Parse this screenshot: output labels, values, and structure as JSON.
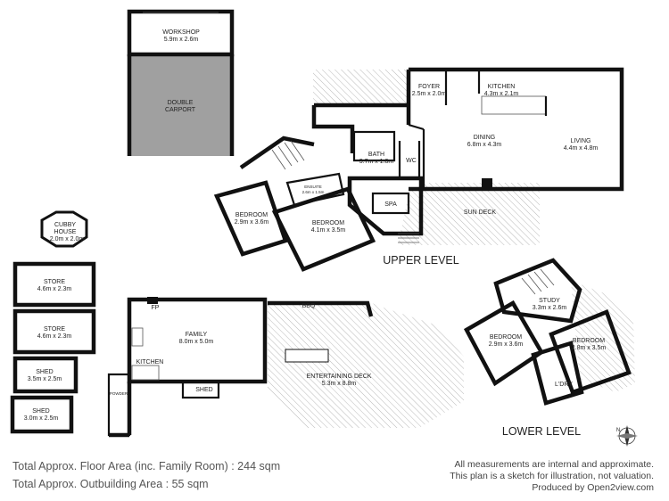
{
  "rooms": {
    "workshop": {
      "name": "WORKSHOP",
      "dims": "5.9m x 2.6m"
    },
    "double_carport": {
      "name1": "DOUBLE",
      "name2": "CARPORT"
    },
    "cubby_house": {
      "name1": "CUBBY",
      "name2": "HOUSE",
      "dims": "2.0m x 2.0m"
    },
    "store1": {
      "name": "STORE",
      "dims": "4.6m x 2.3m"
    },
    "store2": {
      "name": "STORE",
      "dims": "4.6m x 2.3m"
    },
    "shed1": {
      "name": "SHED",
      "dims": "3.5m x 2.5m"
    },
    "shed2": {
      "name": "SHED",
      "dims": "3.0m x 2.5m"
    },
    "foyer": {
      "name": "FOYER",
      "dims": "2.5m x 2.0m"
    },
    "kitchen_upper": {
      "name": "KITCHEN",
      "dims": "4.3m x 2.1m"
    },
    "dining": {
      "name": "DINING",
      "dims": "6.8m x 4.3m"
    },
    "living": {
      "name": "LIVING",
      "dims": "4.4m x 4.8m"
    },
    "bath": {
      "name": "BATH",
      "dims": "3.7m x 1.8m"
    },
    "wc": {
      "name": "WC"
    },
    "ensuite": {
      "name": "ENSUITE",
      "dims": "2.6m x 1.5m"
    },
    "bedroom_u1": {
      "name": "BEDROOM",
      "dims": "2.9m x 3.6m"
    },
    "bedroom_u2": {
      "name": "BEDROOM",
      "dims": "4.1m x 3.5m"
    },
    "spa": {
      "name": "SPA"
    },
    "sun_deck": {
      "name": "SUN DECK"
    },
    "fp": {
      "name": "FP"
    },
    "bbq": {
      "name": "BBQ"
    },
    "family": {
      "name": "FAMILY",
      "dims": "8.0m x 5.0m"
    },
    "kitchen_lower": {
      "name": "KITCHEN"
    },
    "powder": {
      "name": "POWDER"
    },
    "shed_family": {
      "name": "SHED"
    },
    "entertaining_deck": {
      "name": "ENTERTAINING DECK",
      "dims": "5.3m x 8.8m"
    },
    "study": {
      "name": "STUDY",
      "dims": "3.3m x 2.6m"
    },
    "bedroom_l1": {
      "name": "BEDROOM",
      "dims": "2.9m x 3.6m"
    },
    "bedroom_l2": {
      "name": "BEDROOM",
      "dims": "2.8m x 3.5m"
    },
    "ldry": {
      "name": "L'DRY"
    }
  },
  "levels": {
    "upper": "UPPER LEVEL",
    "lower": "LOWER LEVEL"
  },
  "compass": {
    "north": "N"
  },
  "footer": {
    "floor_area": "Total Approx. Floor Area (inc. Family Room) : 244 sqm",
    "outbuilding_area": "Total Approx. Outbuilding Area : 55 sqm"
  },
  "disclaimer": {
    "line1": "All measurements are internal and approximate.",
    "line2": "This plan is a sketch for illustration, not valuation.",
    "line3": "Produced by Open2view.com"
  },
  "colors": {
    "carport_fill": "#a0a0a0",
    "wall": "#111111",
    "hatch": "#8a8a8a"
  }
}
